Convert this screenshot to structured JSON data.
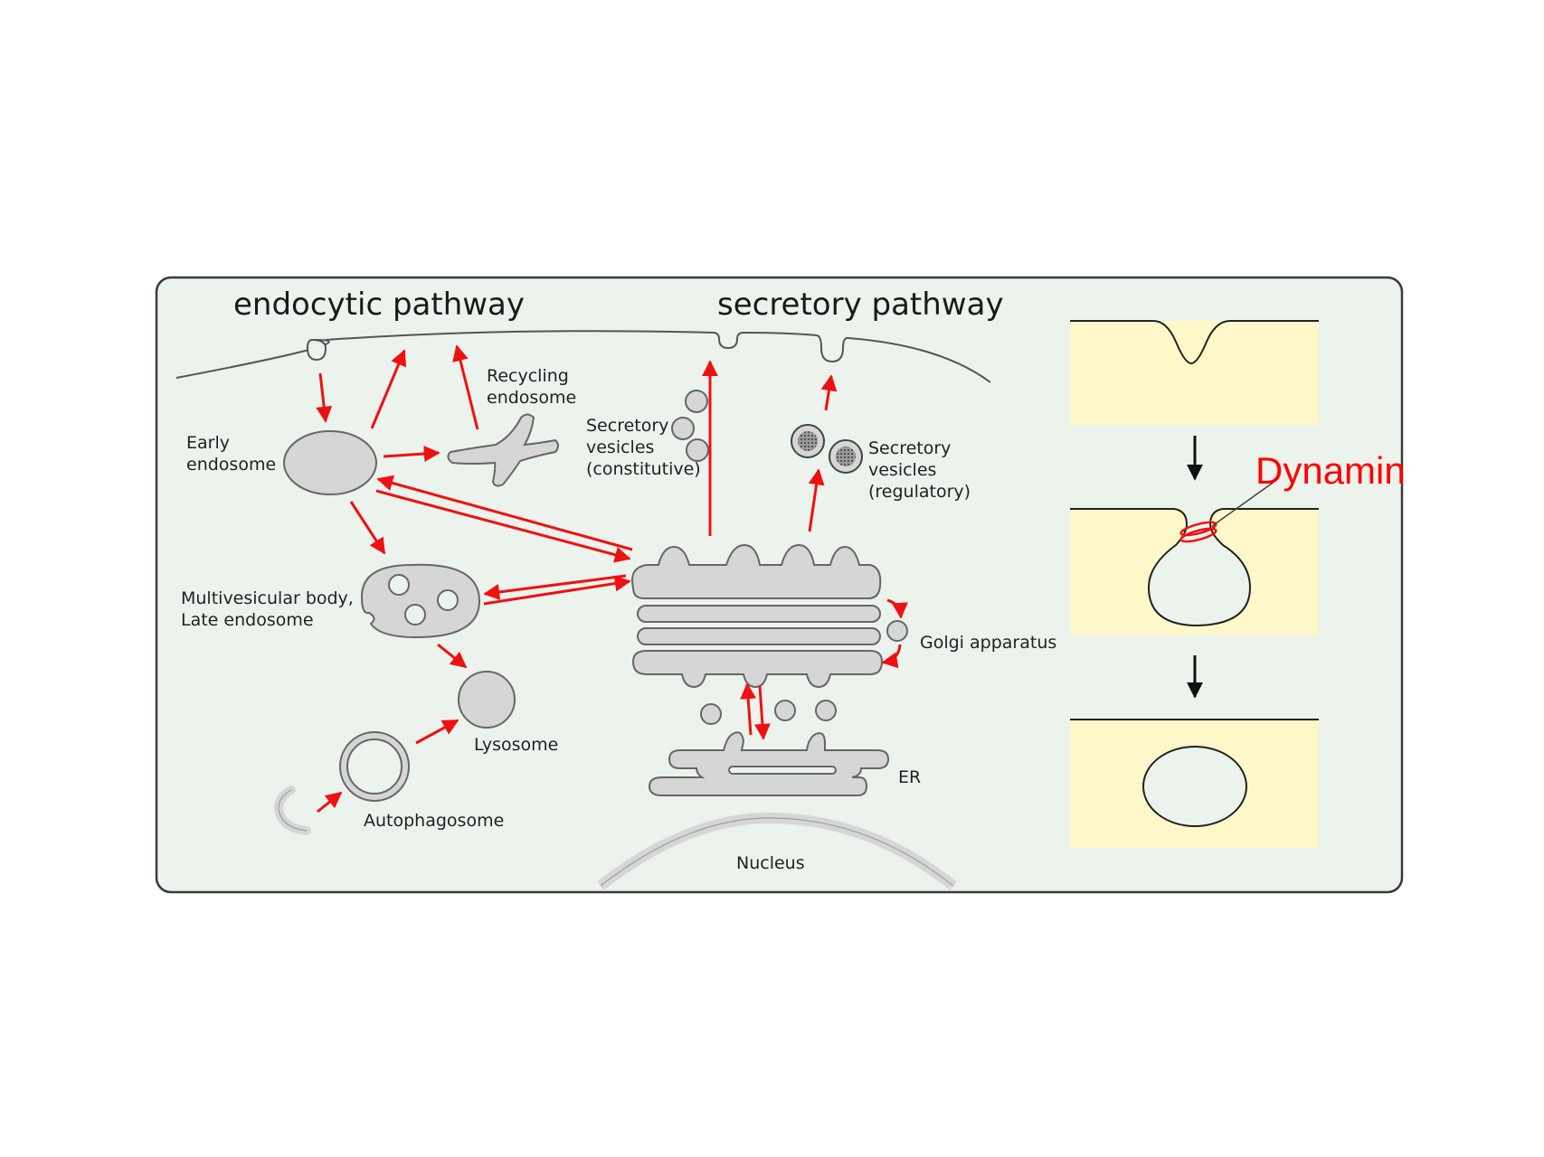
{
  "titles": {
    "endocytic": "endocytic pathway",
    "secretory": "secretory pathway"
  },
  "labels": {
    "recycling_1": "Recycling",
    "recycling_2": "endosome",
    "early_1": "Early",
    "early_2": "endosome",
    "sec_const_1": "Secretory",
    "sec_const_2": "vesicles",
    "sec_const_3": "(constitutive)",
    "sec_reg_1": "Secretory",
    "sec_reg_2": "vesicles",
    "sec_reg_3": "(regulatory)",
    "mvb_1": "Multivesicular body,",
    "mvb_2": "Late endosome",
    "golgi": "Golgi apparatus",
    "lysosome": "Lysosome",
    "autophagosome": "Autophagosome",
    "er": "ER",
    "nucleus": "Nucleus",
    "dynamin": "Dynamin"
  },
  "colors": {
    "panel_bg": "#ebf3ec",
    "organelle_fill": "#d6d6d6",
    "arrow": "#ee1111",
    "membrane_bg": "#fdf7c9"
  }
}
